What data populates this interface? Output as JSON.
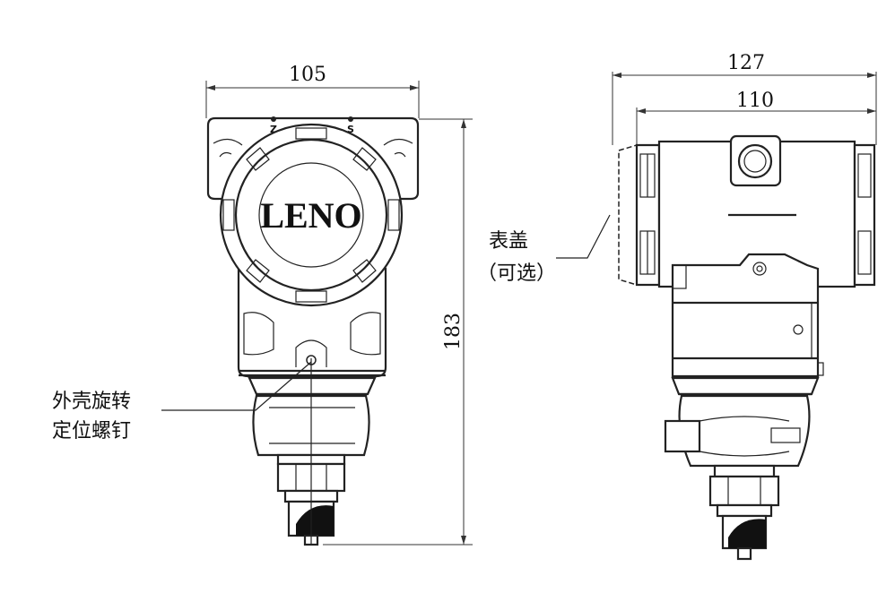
{
  "front_view": {
    "width_dim": "105",
    "height_dim": "183",
    "brand_logo": "LENO",
    "marker_z": "Z",
    "marker_s": "S",
    "callout_line1": "外壳旋转",
    "callout_line2": "定位螺钉"
  },
  "side_view": {
    "overall_width_dim": "127",
    "body_width_dim": "110",
    "callout_line1": "表盖",
    "callout_line2": "（可选）"
  }
}
